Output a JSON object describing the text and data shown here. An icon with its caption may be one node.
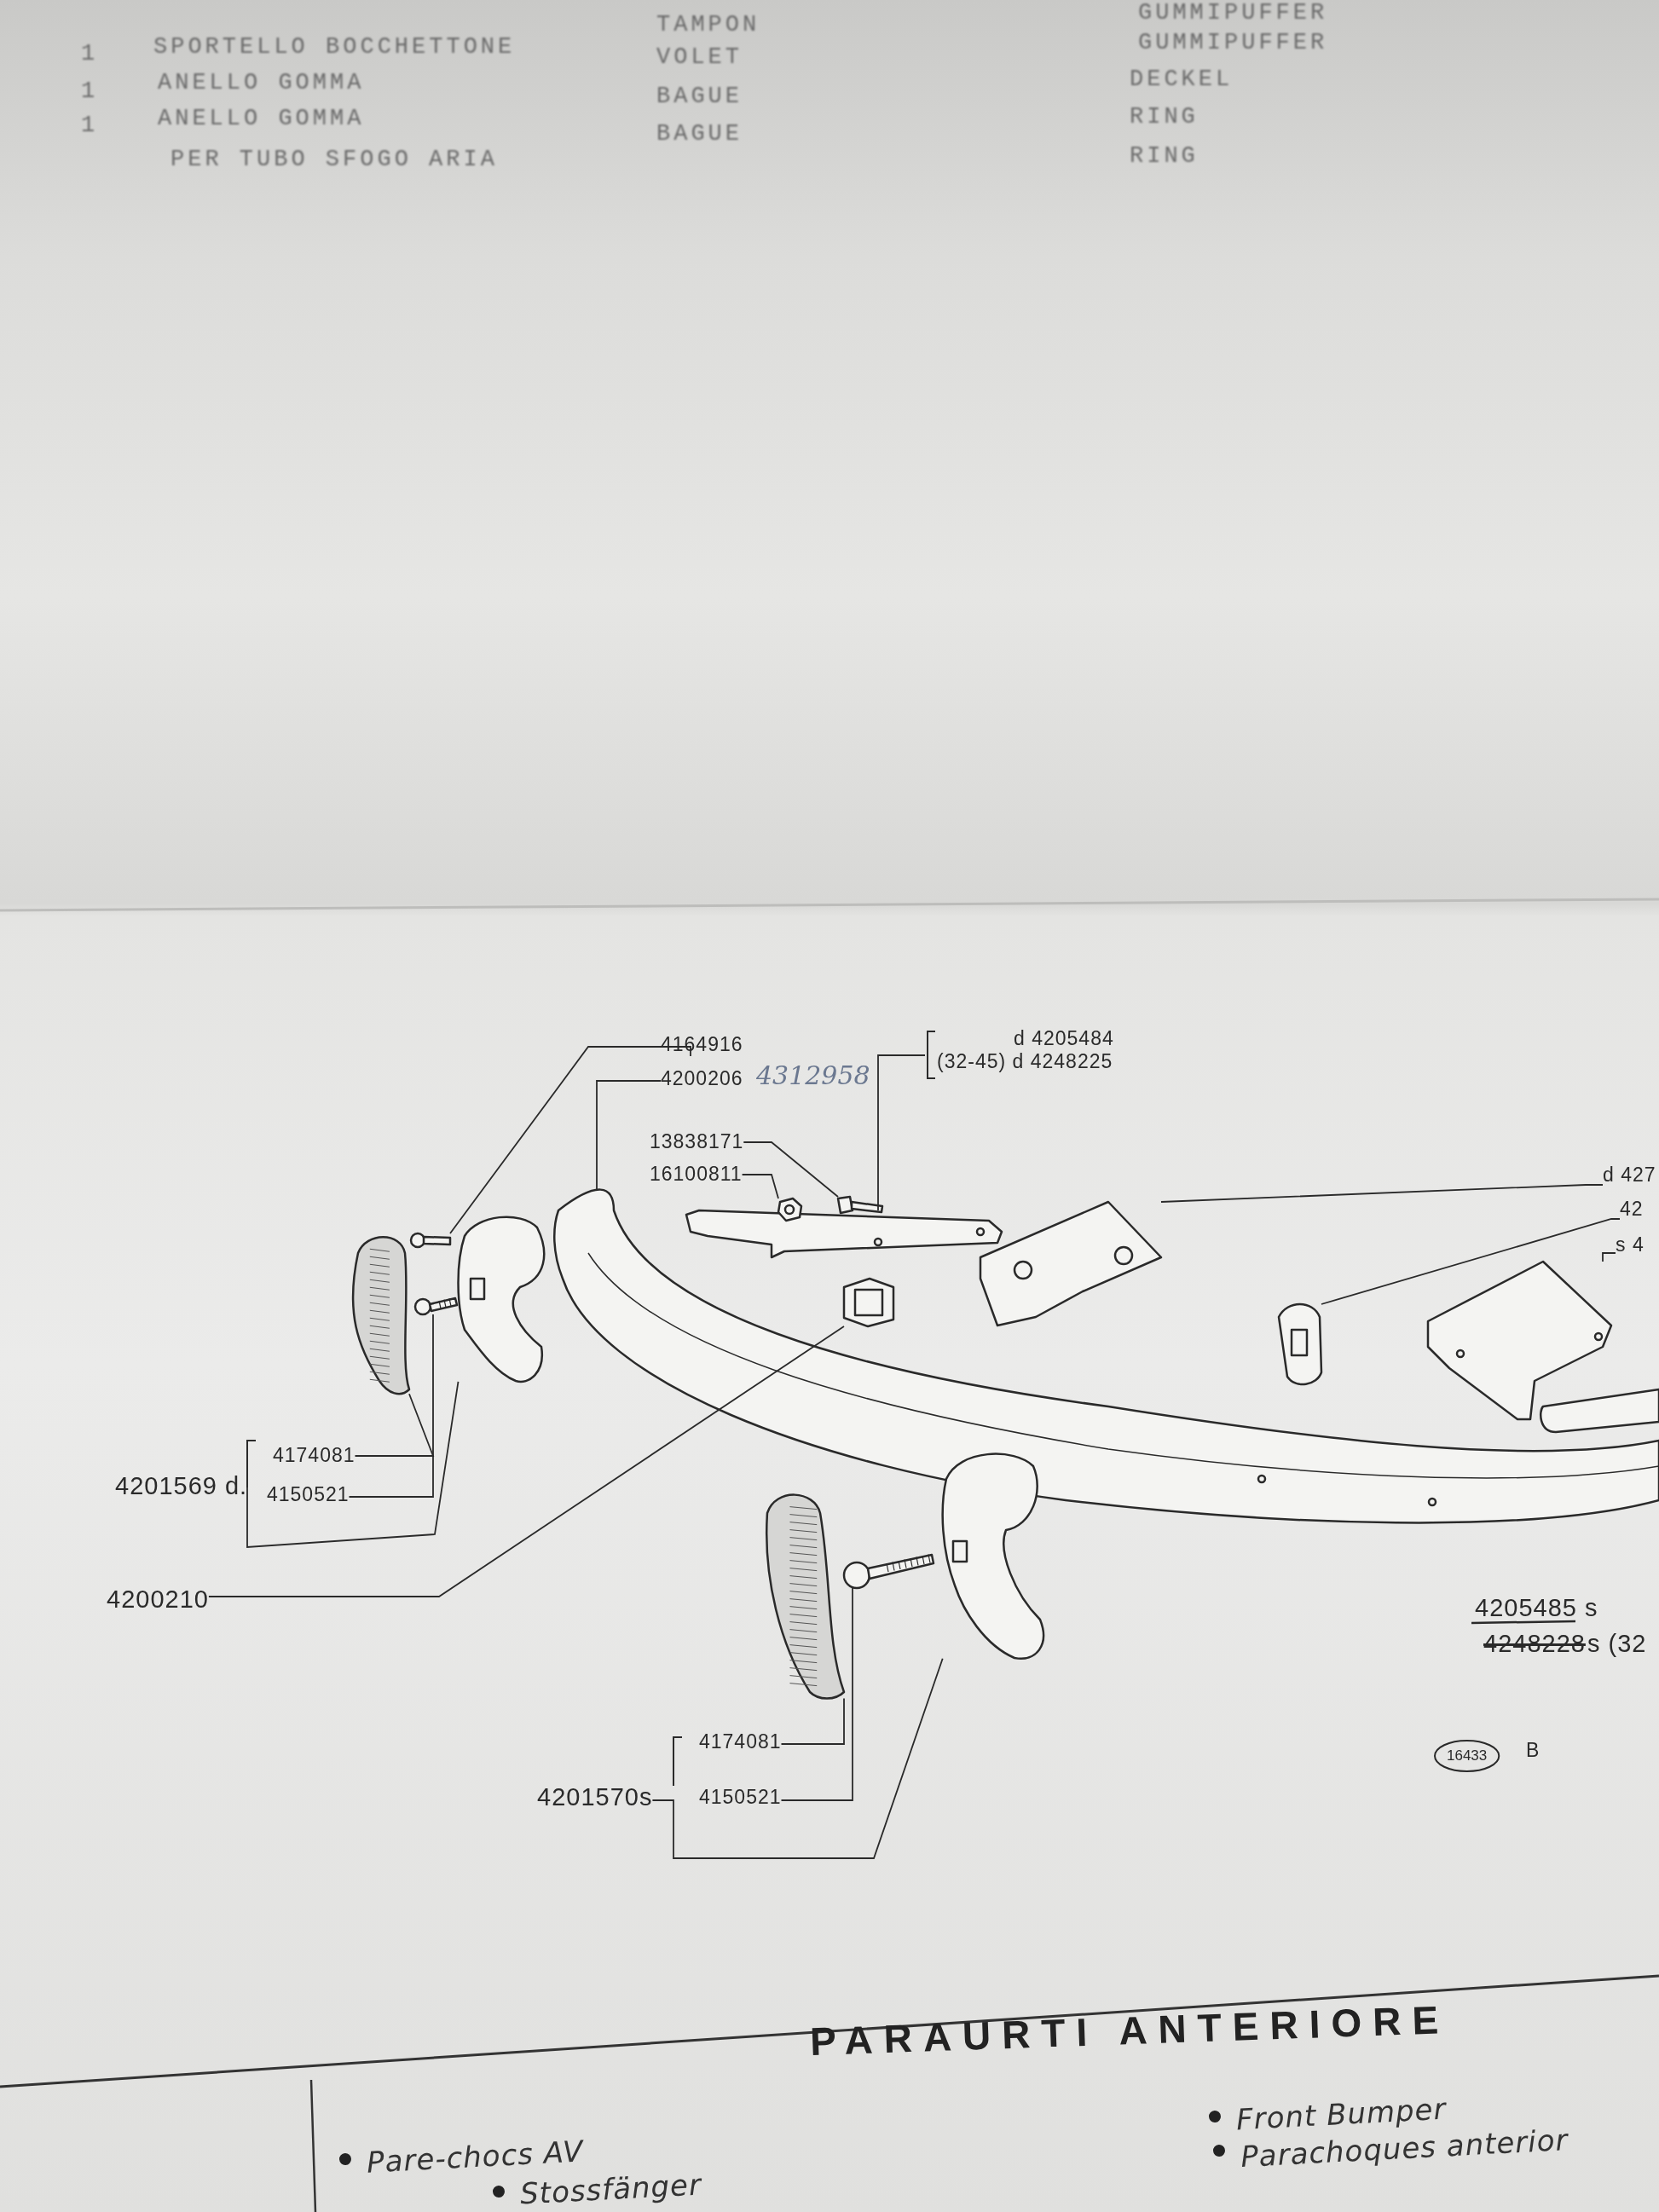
{
  "diagram": {
    "title": "PARAURTI ANTERIORE",
    "nodes": [
      {
        "text": [
          "4164916"
        ]
      },
      {
        "text": [
          "4200206"
        ],
        "beside": [
          "4312958"
        ]
      },
      {
        "text": [
          "d 4205484",
          "(32-45) d 4248225"
        ]
      },
      {
        "text": [
          "13838171"
        ]
      },
      {
        "text": [
          "16100811"
        ]
      },
      {
        "text": [
          "d 427"
        ]
      },
      {
        "text": [
          "42"
        ]
      },
      {
        "text": [
          "s 4"
        ]
      },
      {
        "text": [
          "4174081"
        ]
      },
      {
        "text": [
          "4150521"
        ]
      },
      {
        "text": [
          "4201569 d."
        ]
      },
      {
        "text": [
          "4200210"
        ]
      },
      {
        "text": [
          "4174081"
        ]
      },
      {
        "text": [
          "4150521"
        ]
      },
      {
        "text": [
          "4201570s"
        ]
      },
      {
        "text": [],
        "shape": "picture"
      },
      {
        "text": [],
        "shape": "picture"
      },
      {
        "text": [],
        "shape": "picture"
      },
      {
        "text": [],
        "shape": "picture"
      },
      {
        "text": [],
        "shape": "picture"
      },
      {
        "text": [],
        "shape": "picture"
      },
      {
        "text": [],
        "shape": "picture"
      },
      {
        "text": [],
        "shape": "picture"
      },
      {
        "text": [],
        "shape": "picture"
      },
      {
        "text": [],
        "shape": "picture"
      },
      {
        "text": [],
        "shape": "picture"
      },
      {
        "text": [],
        "shape": "picture"
      },
      {
        "text": [],
        "shape": "picture"
      },
      {
        "text": [],
        "shape": "picture"
      },
      {
        "text": [],
        "shape": "picture"
      }
    ],
    "edges": [
      {
        "from": 0,
        "to": 18,
        "arrow": "none"
      },
      {
        "from": 1,
        "to": 15,
        "arrow": "none"
      },
      {
        "from": 2,
        "to": 21,
        "arrow": "none"
      },
      {
        "from": 3,
        "to": 23,
        "arrow": "none"
      },
      {
        "from": 4,
        "to": 22,
        "arrow": "none"
      },
      {
        "from": 5,
        "to": 24,
        "arrow": "none"
      },
      {
        "from": 6,
        "to": 25,
        "arrow": "none"
      },
      {
        "from": 7,
        "to": 26,
        "arrow": "none"
      },
      {
        "from": 8,
        "to": 16,
        "arrow": "none"
      },
      {
        "from": 9,
        "to": 17,
        "arrow": "none"
      },
      {
        "from": 10,
        "to": 19,
        "arrow": "none"
      },
      {
        "from": 11,
        "to": 20,
        "arrow": "none"
      },
      {
        "from": 12,
        "to": 27,
        "arrow": "none"
      },
      {
        "from": 13,
        "to": 28,
        "arrow": "none"
      },
      {
        "from": 14,
        "to": 29,
        "arrow": "none"
      }
    ],
    "labels": [
      "TAMPON",
      "GUMMIPUFFER",
      "1",
      "SPORTELLO BOCCHETTONE",
      "VOLET",
      "GUMMIPUFFER",
      "1",
      "ANELLO GOMMA",
      "BAGUE",
      "DECKEL",
      "1",
      "ANELLO GOMMA",
      "BAGUE",
      "RING",
      "PER TUBO SFOGO ARIA",
      "RING",
      "4205485 s",
      "4248228",
      "s (32",
      "16433",
      "B",
      "Pare-chocs AV",
      "Front Bumper",
      "Parachoques anterior",
      "Stossfänger"
    ]
  }
}
